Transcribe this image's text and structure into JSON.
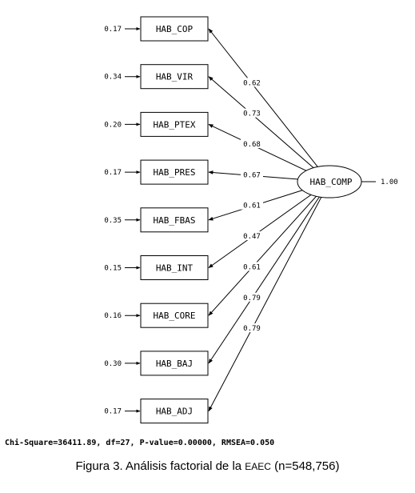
{
  "latent": {
    "name": "HAB_COMP",
    "variance": "1.00"
  },
  "indicators": [
    {
      "name": "HAB_COP",
      "error": "0.17",
      "loading": "0.62"
    },
    {
      "name": "HAB_VIR",
      "error": "0.34",
      "loading": "0.73"
    },
    {
      "name": "HAB_PTEX",
      "error": "0.20",
      "loading": "0.68"
    },
    {
      "name": "HAB_PRES",
      "error": "0.17",
      "loading": "0.67"
    },
    {
      "name": "HAB_FBAS",
      "error": "0.35",
      "loading": "0.61"
    },
    {
      "name": "HAB_INT",
      "error": "0.15",
      "loading": "0.47"
    },
    {
      "name": "HAB_CORE",
      "error": "0.16",
      "loading": "0.61"
    },
    {
      "name": "HAB_BAJ",
      "error": "0.30",
      "loading": "0.79"
    },
    {
      "name": "HAB_ADJ",
      "error": "0.17",
      "loading": "0.79"
    }
  ],
  "fit_text": "Chi-Square=36411.89, df=27, P-value=0.00000, RMSEA=0.050",
  "caption": {
    "prefix": "Figura 3. Análisis factorial de la ",
    "abbrev": "EAEC",
    "suffix": " (n=548,756)"
  }
}
